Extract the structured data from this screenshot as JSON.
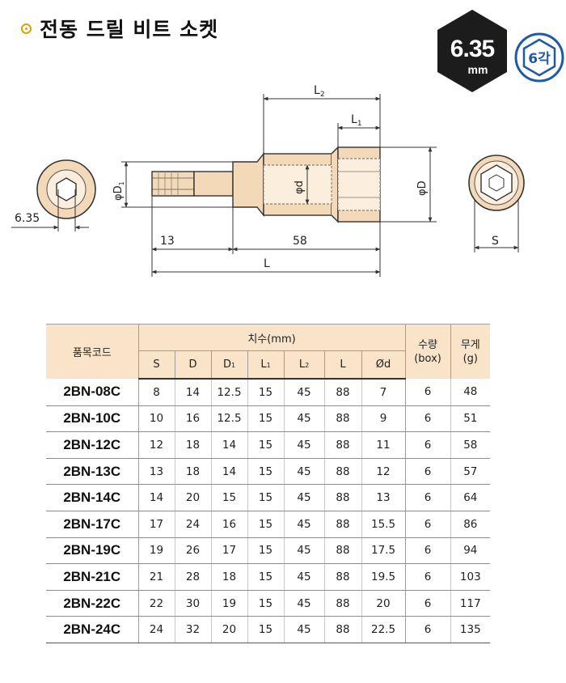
{
  "title": "전동 드릴 비트 소켓",
  "badges": {
    "size_value": "6.35",
    "size_unit": "mm",
    "hex_label": "6각",
    "hex_color": "#1c1c1c",
    "accent_blue": "#1f5aa6"
  },
  "drawing": {
    "left_view_dim": "6.35",
    "dim_L2": "L",
    "dim_L2_sub": "2",
    "dim_L1": "L",
    "dim_L1_sub": "1",
    "dim_D1": "φD",
    "dim_D1_sub": "1",
    "dim_d": "φd",
    "dim_D": "φD",
    "dim_13": "13",
    "dim_58": "58",
    "dim_L": "L",
    "dim_S": "S"
  },
  "table": {
    "header_code": "품목코드",
    "header_dims": "치수(mm)",
    "header_qty": "수량",
    "header_qty_unit": "(box)",
    "header_weight": "무게",
    "header_weight_unit": "(g)",
    "col_S": "S",
    "col_D": "D",
    "col_D1": "D",
    "col_D1_sub": "1",
    "col_L1": "L",
    "col_L1_sub": "1",
    "col_L2": "L",
    "col_L2_sub": "2",
    "col_L": "L",
    "col_d": "Ød",
    "rows": [
      {
        "code": "2BN-08C",
        "S": "8",
        "D": "14",
        "D1": "12.5",
        "L1": "15",
        "L2": "45",
        "L": "88",
        "d": "7",
        "qty": "6",
        "weight": "48"
      },
      {
        "code": "2BN-10C",
        "S": "10",
        "D": "16",
        "D1": "12.5",
        "L1": "15",
        "L2": "45",
        "L": "88",
        "d": "9",
        "qty": "6",
        "weight": "51"
      },
      {
        "code": "2BN-12C",
        "S": "12",
        "D": "18",
        "D1": "14",
        "L1": "15",
        "L2": "45",
        "L": "88",
        "d": "11",
        "qty": "6",
        "weight": "58"
      },
      {
        "code": "2BN-13C",
        "S": "13",
        "D": "18",
        "D1": "14",
        "L1": "15",
        "L2": "45",
        "L": "88",
        "d": "12",
        "qty": "6",
        "weight": "57"
      },
      {
        "code": "2BN-14C",
        "S": "14",
        "D": "20",
        "D1": "15",
        "L1": "15",
        "L2": "45",
        "L": "88",
        "d": "13",
        "qty": "6",
        "weight": "64"
      },
      {
        "code": "2BN-17C",
        "S": "17",
        "D": "24",
        "D1": "16",
        "L1": "15",
        "L2": "45",
        "L": "88",
        "d": "15.5",
        "qty": "6",
        "weight": "86"
      },
      {
        "code": "2BN-19C",
        "S": "19",
        "D": "26",
        "D1": "17",
        "L1": "15",
        "L2": "45",
        "L": "88",
        "d": "17.5",
        "qty": "6",
        "weight": "94"
      },
      {
        "code": "2BN-21C",
        "S": "21",
        "D": "28",
        "D1": "18",
        "L1": "15",
        "L2": "45",
        "L": "88",
        "d": "19.5",
        "qty": "6",
        "weight": "103"
      },
      {
        "code": "2BN-22C",
        "S": "22",
        "D": "30",
        "D1": "19",
        "L1": "15",
        "L2": "45",
        "L": "88",
        "d": "20",
        "qty": "6",
        "weight": "117"
      },
      {
        "code": "2BN-24C",
        "S": "24",
        "D": "32",
        "D1": "20",
        "L1": "15",
        "L2": "45",
        "L": "88",
        "d": "22.5",
        "qty": "6",
        "weight": "135"
      }
    ]
  }
}
